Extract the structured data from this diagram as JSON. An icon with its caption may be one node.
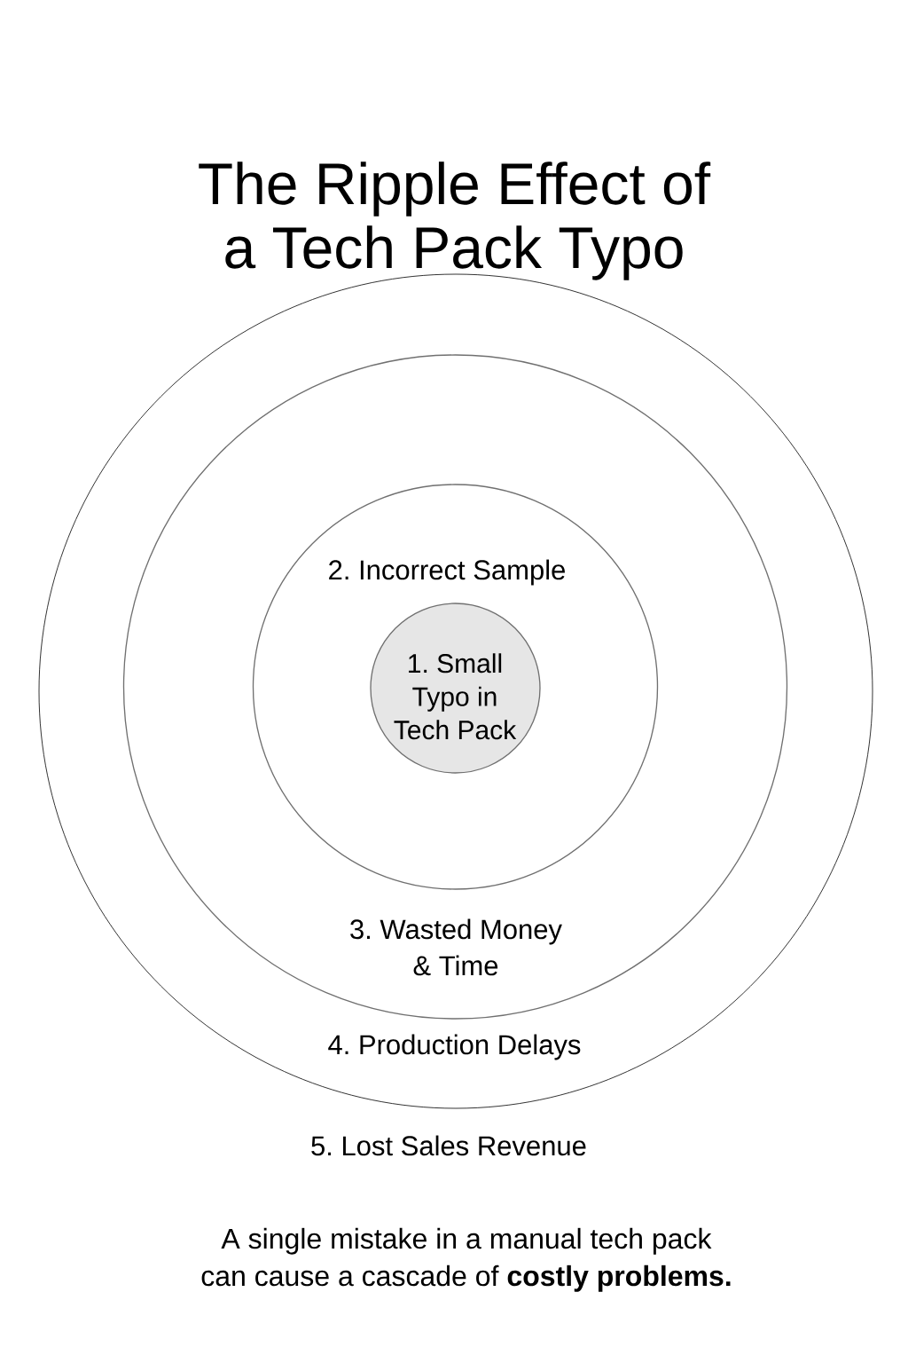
{
  "diagram": {
    "title": "The Ripple Effect of a Tech Pack Typo",
    "caption": "A single mistake in a manual tech pack can cause a cascade of **costly problems.**",
    "nodes": [
      {
        "text": [
          "4. Production Delays"
        ]
      },
      {
        "text": [
          "3. Wasted Money & Time"
        ],
        "in": 0
      },
      {
        "text": [
          "2. Incorrect Sample"
        ],
        "in": 1
      },
      {
        "text": [
          "1. Small Typo in Tech Pack"
        ],
        "in": 2
      }
    ],
    "labels": [
      "5. Lost Sales Revenue"
    ]
  }
}
